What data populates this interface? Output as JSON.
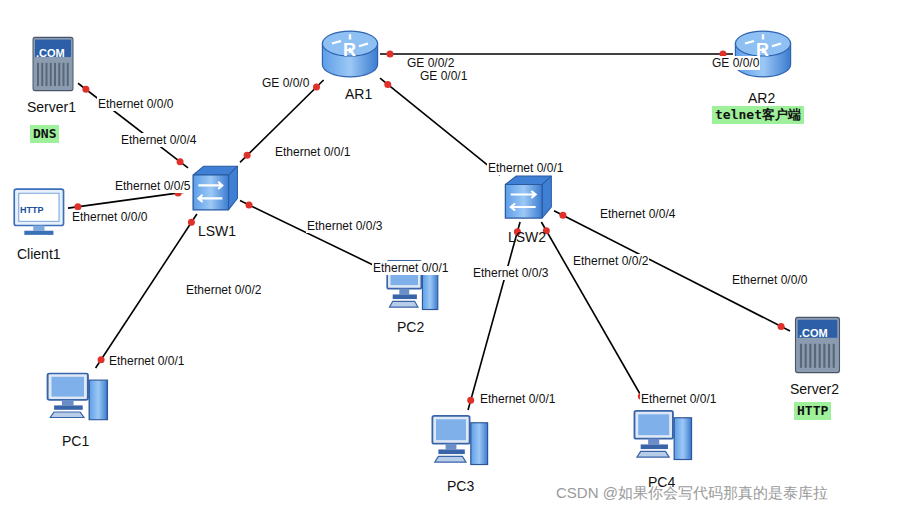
{
  "diagram": {
    "nodes": [
      {
        "text": [
          "Server1",
          "DNS"
        ]
      },
      {
        "text": [
          "AR1"
        ]
      },
      {
        "text": [
          "AR2",
          "telnet客户端"
        ]
      },
      {
        "text": [
          "Client1"
        ]
      },
      {
        "text": [
          "LSW1"
        ]
      },
      {
        "text": [
          "PC2"
        ]
      },
      {
        "text": [
          "LSW2"
        ]
      },
      {
        "text": [
          "PC1"
        ]
      },
      {
        "text": [
          "PC3"
        ]
      },
      {
        "text": [
          "PC4"
        ]
      },
      {
        "text": [
          "Server2",
          "HTTP"
        ]
      }
    ],
    "edges": [
      {
        "from": 0,
        "to": 4,
        "arrow": "none"
      },
      {
        "from": 3,
        "to": 4,
        "arrow": "none"
      },
      {
        "from": 7,
        "to": 4,
        "arrow": "none"
      },
      {
        "from": 5,
        "to": 4,
        "arrow": "none"
      },
      {
        "from": 4,
        "to": 1,
        "arrow": "none"
      },
      {
        "from": 1,
        "to": 2,
        "arrow": "none"
      },
      {
        "from": 1,
        "to": 6,
        "arrow": "none"
      },
      {
        "from": 6,
        "to": 8,
        "arrow": "none"
      },
      {
        "from": 6,
        "to": 9,
        "arrow": "none"
      },
      {
        "from": 6,
        "to": 10,
        "arrow": "none"
      }
    ],
    "labels": [
      "Ethernet 0/0/0",
      "Ethernet 0/0/4",
      "Ethernet 0/0/5",
      "Ethernet 0/0/0",
      "Ethernet 0/0/2",
      "Ethernet 0/0/1",
      "Ethernet 0/0/3",
      "Ethernet 0/0/1",
      "Ethernet 0/0/1",
      "GE 0/0/0",
      "GE 0/0/2",
      "GE 0/0/1",
      "GE 0/0/0",
      "Ethernet 0/0/1",
      "Ethernet 0/0/3",
      "Ethernet 0/0/1",
      "Ethernet 0/0/2",
      "Ethernet 0/0/1",
      "Ethernet 0/0/4",
      "Ethernet 0/0/0",
      "CSDN @如果你会写代码那真的是泰库拉",
      ".COM",
      "HTTP",
      "R",
      "R",
      ".COM"
    ]
  }
}
